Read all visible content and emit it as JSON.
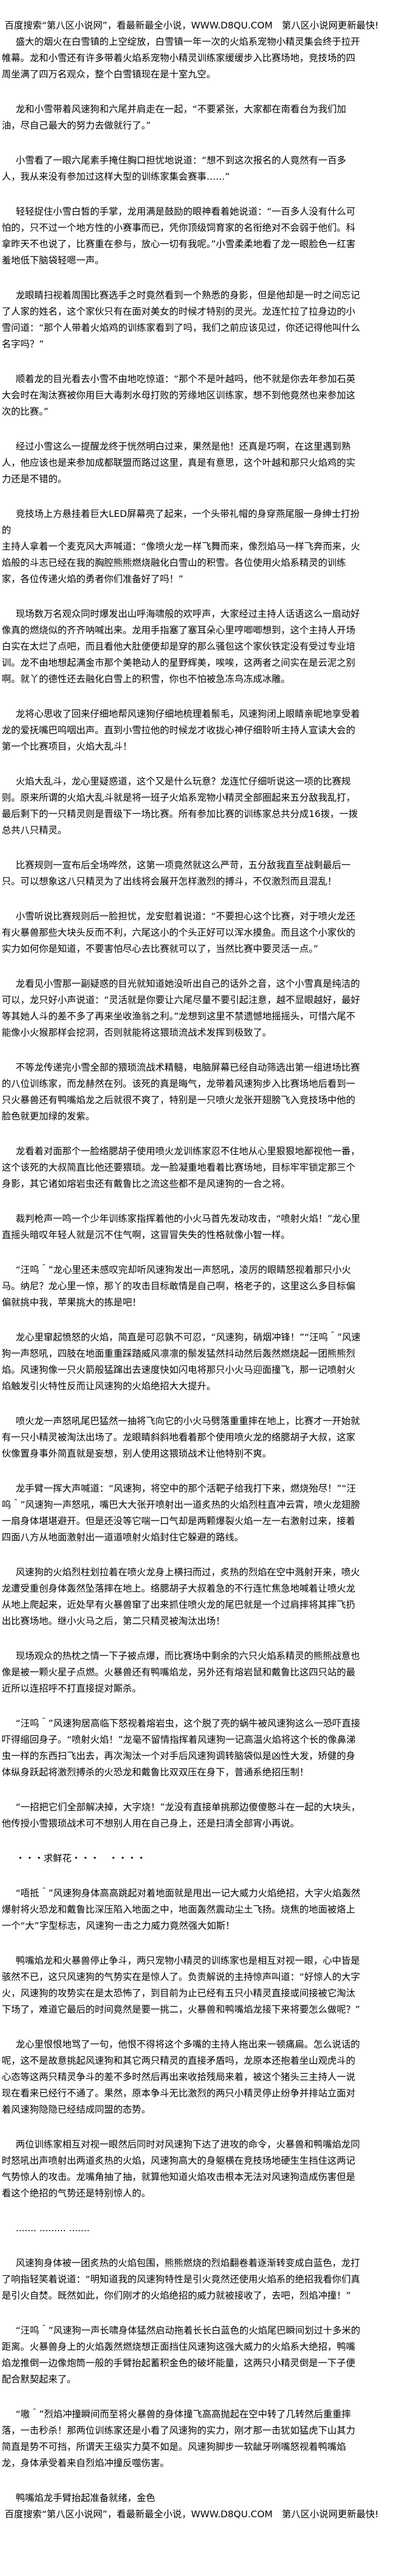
{
  "banner": {
    "top": "百度搜索“第八区小说网”，看最新最全小说，WWW.D8QU.COM　第八区小说网更新最快!",
    "bottom": "百度搜索“第八区小说网”，看最新最全小说，WWW.D8QU.COM　第八区小说网更新最快!"
  },
  "paragraphs": [
    "盛大的烟火在白雪镇的上空绽放，白雪镇一年一次的火焰系宠物小精灵集会终于拉开帷幕。龙和小雪还有许多带着火焰系宠物小精灵训练家缓缓步入比赛场地，竞技场的四周坐满了四万名观众，整个白雪镇现在是十室九空。",
    "龙和小雪带着风速狗和六尾并肩走在一起，“不要紧张，大家都在南看台为我们加油，尽自己最大的努力去做就行了。”",
    "小雪看了一眼六尾素手掩住胸口担忧地说道：“想不到这次报名的人竟然有一百多人，我从来没有参加过这样大型的训练家集会赛事……”",
    "轻轻捉住小雪白皙的手掌，龙用满是鼓励的眼神看着她说道：“一百多人没有什么可怕的，只不过一个地方性的小赛事而已，凭你顶级饲育家的名衔绝对不会弱于他们。科拿昨天不也说了，比赛重在参与，放心一切有我呢。”小雪柔柔地看了龙一眼脸色一红害羞地低下脑袋轻嗯一声。",
    "龙眼睛扫视着周围比赛选手之时竟然看到一个熟悉的身影，但是他却是一时之间忘记了人家的姓名，这个家伙只有在面对美女的时候才特别的灵光。龙连忙拉了拉身边的小雪问道：“那个人带着火焰鸡的训练家看到了吗，我们之前应该见过，你还记得他叫什么名字吗？”",
    "顺着龙的目光看去小雪不由地吃惊道：“那个不是叶越吗，他不就是你去年参加石英大会时在淘汰赛被你用巨大毒刺水母打败的芳缘地区训练家，想不到他竟然也来参加这次的比赛。”",
    "经过小雪这么一提醒龙终于恍然明白过来，果然是他！还真是巧啊，在这里遇到熟人，他应该也是来参加成都联盟而路过这里，真是有意思，这个叶越和那只火焰鸡的实力还是不错的。",
    "竞技场上方悬挂着巨大LED屏幕亮了起来，一个头带礼帽的身穿燕尾服一身绅士打扮的\n主持人拿着一个麦克风大声喊道：“像喷火龙一样飞舞而来，像烈焰马一样飞奔而来，火焰般的斗志已经在我的胸腔熊熊燃烧融化白雪山的积雪。各位使用火焰系精灵的训练家，各位传递火焰的勇者你们准备好了吗！”",
    "现场数万名观众同时爆发出山呼海啸般的欢呼声，大家经过主持人话语这么一扇动好像真的燃烧似的齐齐呐喊出来。龙用手指塞了塞耳朵心里哼唧唧想到，这个主持人开场白实在太烂了点吧，而且看他大肚便便却是穿的那么骚包这个家伙铁定没有受过专业培训。龙不由地想起满金市那个美艳动人的星野辉美，唉唉，这两者之间实在是云泥之别啊。就丫的德性还去融化白雪上的积雪，你也不怕被急冻鸟冻成冰雕。",
    "龙将心思收了回来仔细地帮风速狗仔细地梳理着鬃毛，风速狗闭上眼睛亲昵地享受着龙的爱抚嘴巴呜咽出声。直到小雪拉他的时候龙才收拢心神仔细聆听主持人宣读大会的第一个比赛项目，火焰大乱斗！",
    "火焰大乱斗，龙心里疑惑道，这个又是什么玩意？龙连忙仔细听说这一项的比赛规则。原来所谓的火焰大乱斗就是将一班子火焰系宠物小精灵全部圈起来五分敌我乱打，最后剩下的一只精灵则是晋级下一场比赛。所有参加比赛的训练家总共分成16拨，一拨总共八只精灵。",
    "比赛规则一宣布后全场哗然，这第一项竟然就这么严苛，五分敌我直至战剩最后一只。可以想象这八只精灵为了出线将会展开怎样激烈的搏斗，不仅激烈而且混乱！",
    "小雪听说比赛规则后一脸担忧，龙安慰着说道：“不要担心这个比赛，对于喷火龙还有火暴兽那些大块头反而不利，六尾这小的个头正好可以浑水摸鱼。而且这个小家伙的实力如何你是知道，不要害怕尽心去比赛就可以了，当然比赛中要灵活一点。”",
    "龙看见小雪那一副疑惑的目光就知道她没听出自己的话外之音，这个小雪真是纯洁的可以，龙只好小声说道：“灵活就是你要让六尾尽量不要引起注意，越不显眼越好，最好等其她人斗的差不多了再来坐收渔翁之利。”龙想到这里不禁遗憾地摇摇头，可惜六尾不能像小火猴那样会挖洞，否则就能将这猥琐流战术发挥到极致了。",
    "不等龙传递完小雪全部的猥琐流战术精髓，电脑屏幕已经自动筛选出第一组进场比赛的八位训练家，而龙赫然在列。该死的真是晦气，龙带着风速狗步入比赛场地后看到一只火暴兽还有鸭嘴焰龙之后就很不爽了，特别是一只喷火龙张开翅膀飞入竞技场中他的脸色就更加绿的发紫。",
    "龙看着对面那个一脸络腮胡子使用喷火龙训练家忍不住地从心里狠狠地鄙视他一番，这个该死的大叔简直比他还要猥琐。龙一脸凝重地看着比赛场地，目标牢牢锁定那三个身影，其它诸如熔岩虫还有戴鲁比之流这些都不是风速狗的一合之将。",
    "裁判枪声一鸣一个少年训练家指挥着他的小火马首先发动攻击，“喷射火焰！”龙心里直摇头暗叹年轻人就是沉不住气啊，这冒冒失失的性格就像小智一样。",
    "“汪呜＾”龙心里还未感叹完却听风速狗发出一声怒吼，凌厉的眼睛怒视着那只小火马。纳尼？龙心里一惊，那丫的攻击目标敢情是自己啊，格老子的，这里这么多目标偏偏就挑中我，苹果挑大的拣是吧！",
    "龙心里窜起愤怒的火焰，简直是可忍孰不可忍，“风速狗，硝烟冲锋！”“汪呜＾”风速狗一声怒吼，四肢在地面重重踩踏威风凛凛的鬃发猛然抖动然后轰然燃烧起一团熊熊烈焰。风速狗像一只火箭般猛蹿出去速度快如闪电将那只小火马迎面撞飞，那一记喷射火焰触发引火特性反而让风速狗的火焰绝招大大提升。",
    "喷火龙一声怒吼尾巴猛然一抽将飞向它的小火马劈落重重摔在地上，比赛才一开始就有一只小精灵被淘汰出场了。龙眼睛斜斜地看着那个使用喷火龙的络腮胡子大叔，这家伙像置身事外简直就是妄想，别人使用这猥琐战术让他特别不爽。",
    "龙手臂一挥大声喊道：“风速狗，将空中的那个活靶子给我打下来，燃烧殆尽！”“汪呜＾”风速狗一声怒吼，嘴巴大大张开喷射出一道炙热的火焰烈柱直冲云霄，喷火龙翅膀一扇身体堪堪避开。但是还没等它喘一口气却是两颗爆裂火焰一左一右激射过来，接着四面八方从地面激射出一道道喷射火焰封住它躲避的路线。",
    "风速狗的火焰烈柱划拉着在喷火龙身上横扫而过，炙热的烈焰在空中溅射开来，喷火龙遭受重创身体轰然坠落摔在地上。络腮胡子大叔着急的不行连忙焦急地喊着让喷火龙从地上爬起来，近处早有火暴兽窜了出来抓住喷火龙的尾巴就是一个过肩摔将其摔飞扔出比赛场地。继小火马之后，第二只精灵被淘汰出场！",
    "现场观众的热枕之情一下子被点爆，而比赛场中剩余的六只火焰系精灵的熊熊战意也像是被一颗火星子点燃。火暴兽还有鸭嘴焰龙，另外还有熔岩鼠和戴鲁比这四只站的最近所以连招呼不打直接捉对厮杀。",
    "“汪呜＾”风速狗居高临下怒视着熔岩虫，这个脱了壳的蜗牛被风速狗这么一恐吓直接吓得缩回身子。“喷射火焰！”龙毫不留情指挥着风速狗一记高温火焰将这个长的像鼻涕虫一样的东西扫飞出去，再次淘汰一个对手后风速狗调转脑袋似是凶性大发，矫健的身体纵身跃起将激烈搏杀的火恐龙和戴鲁比双双压在身下，普通系绝招压制！",
    "“一招把它们全部解决掉，大字烧！”龙没有直接单挑那边傻傻憨斗在一起的大块头，他传授小雪猥琐战术可不想别人用在自己身上，还是扫清全部宵小再说。",
    " ・・・求鲜花・・・　・・・・",
    "“唔抵＾”风速狗身体高高跳起对着地面就是甩出一记大威力火焰绝招，大字火焰轰然爆射将火恐龙和戴鲁比深压陷入地面之中，地面轰然震动尘土飞扬。烧焦的地面被烙上一个“大”字型标志，风速狗一击之力威力竟然强大如斯！",
    "鸭嘴焰龙和火暴兽停止争斗，两只宠物小精灵的训练家也是相互对视一眼，心中皆是骇然不已，这只风速狗的气势实在是惊人了。负责解说的主持惊声叫道：“好惊人的大字火，风速狗的攻势实在是太恐怖了，到目前为止已经有五只小精灵直接或间接被它淘汰下场了，难道它最后的时间竟然是要一挑二，火暴兽和鸭嘴焰龙接下来将要怎么做呢？”",
    "龙心里恨恨地骂了一句，他恨不得将这个多嘴的主持人拖出来一顿痛扁。怎么说话的呢，这不是故意挑起风速狗和其它两只精灵的直接矛盾吗，龙原本还抱着坐山观虎斗的心态等这两只精灵争斗的差不多时然后再出来收拾残局来着，被这个猪头三主持人一说现在看来已经行不通了。果然，原本争斗无比激烈的两只小精灵停止纷争并排站立面对着风速狗隐隐已经结成同盟的态势。",
    "两位训练家相互对视一眼然后同时对风速狗下达了进攻的命令，火暴兽和鸭嘴焰龙同时怒吼出声喷射出两道炙热的火焰，风速狗高大的身躯横在竞技场地硬生生挡住这两记气势惊人的攻击。龙嘴角抽了抽，就算他知道火焰攻击根本无法对风速狗造成伤害但是看这个绝招的气势还是特别惊人的。",
    "....... ......... .......",
    "风速狗身体被一团炙热的火焰包围，熊熊燃烧的烈焰翻卷着逐渐转变成白蓝色，龙打了响指轻笑着说道：“明知道我的风速狗特性是引火竟然还使用火焰系的绝招我看你们真是引火自焚。既然如此，你们刚才的火焰绝招的威力就被接收了，去吧，烈焰冲撞！”",
    "“汪呜＾”风速狗一声长啸身体猛然启动拖着长长白蓝色的火焰尾巴瞬间划过十多米的距离。火暴兽身上的火焰轰然燃烧想正面挡住风速狗这强大威力的火焰系大绝招，鸭嘴焰龙推倒一边像炮筒一般的手臂抬起蓄积金色的破坏能量，这两只小精灵倒是一下子便配合默契起来了。",
    "“嗷＾”烈焰冲撞瞬间而至将火暴兽的身体撞飞高高抛起在空中转了几转然后重重摔落，一击秒杀！那两位训练家还是小看了风速狗的实力，刚才那一击犹如猛虎下山其力简直是势不可挡，所谓天王级实力莫不如是。风速狗脚步一软龇牙咧嘴怒视着鸭嘴焰龙，身体承受着来自烈焰冲撞反噬伤害。",
    "鸭嘴焰龙手臂抬起准备就绪，金色"
  ]
}
